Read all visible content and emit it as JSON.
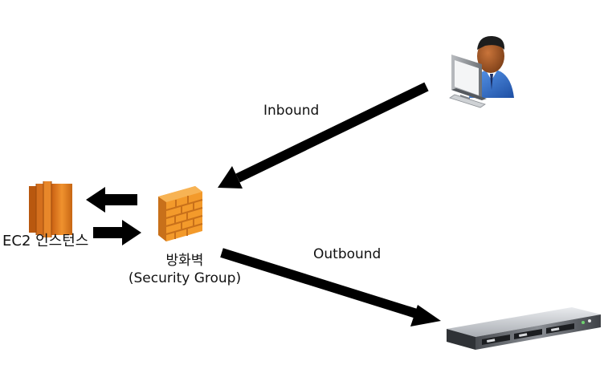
{
  "labels": {
    "inbound": "Inbound",
    "outbound": "Outbound",
    "ec2_instance": "EC2 인스턴스",
    "firewall": "방화벽",
    "security_group": "(Security Group)"
  },
  "icons": {
    "user": "user-at-computer-icon",
    "ec2": "ec2-instance-icon",
    "firewall": "brick-firewall-icon",
    "server": "rack-server-icon"
  },
  "colors": {
    "arrow": "#000000",
    "ec2_orange": "#e8872a",
    "brick_orange": "#f39a2b",
    "user_shirt": "#2f6fc9",
    "server_gray": "#c8cacd"
  }
}
